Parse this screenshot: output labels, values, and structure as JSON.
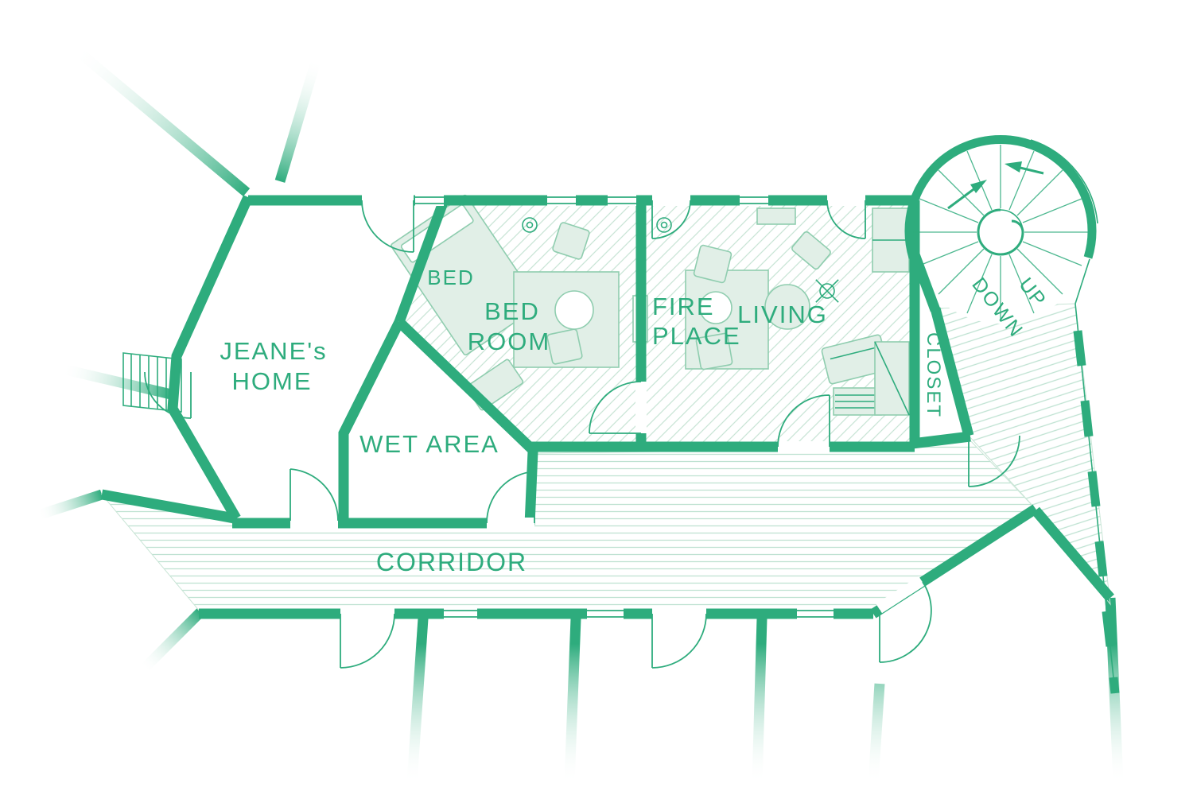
{
  "palette": {
    "green": "#2EAC7D",
    "furn": "#E1EFE7",
    "furnstroke": "#8FCDAF",
    "hatch": "#C9E5D6",
    "corr": "#BFE2D2"
  },
  "labels": {
    "jeanes_home_line1": "JEANE's",
    "jeanes_home_line2": "HOME",
    "bed": "BED",
    "bedroom_line1": "BED",
    "bedroom_line2": "ROOM",
    "fireplace_line1": "FIRE",
    "fireplace_line2": "PLACE",
    "living": "LIVING",
    "closet": "CLOSET",
    "wet_area": "WET AREA",
    "corridor": "CORRIDOR",
    "stair_up": "UP",
    "stair_down": "DOWN"
  }
}
